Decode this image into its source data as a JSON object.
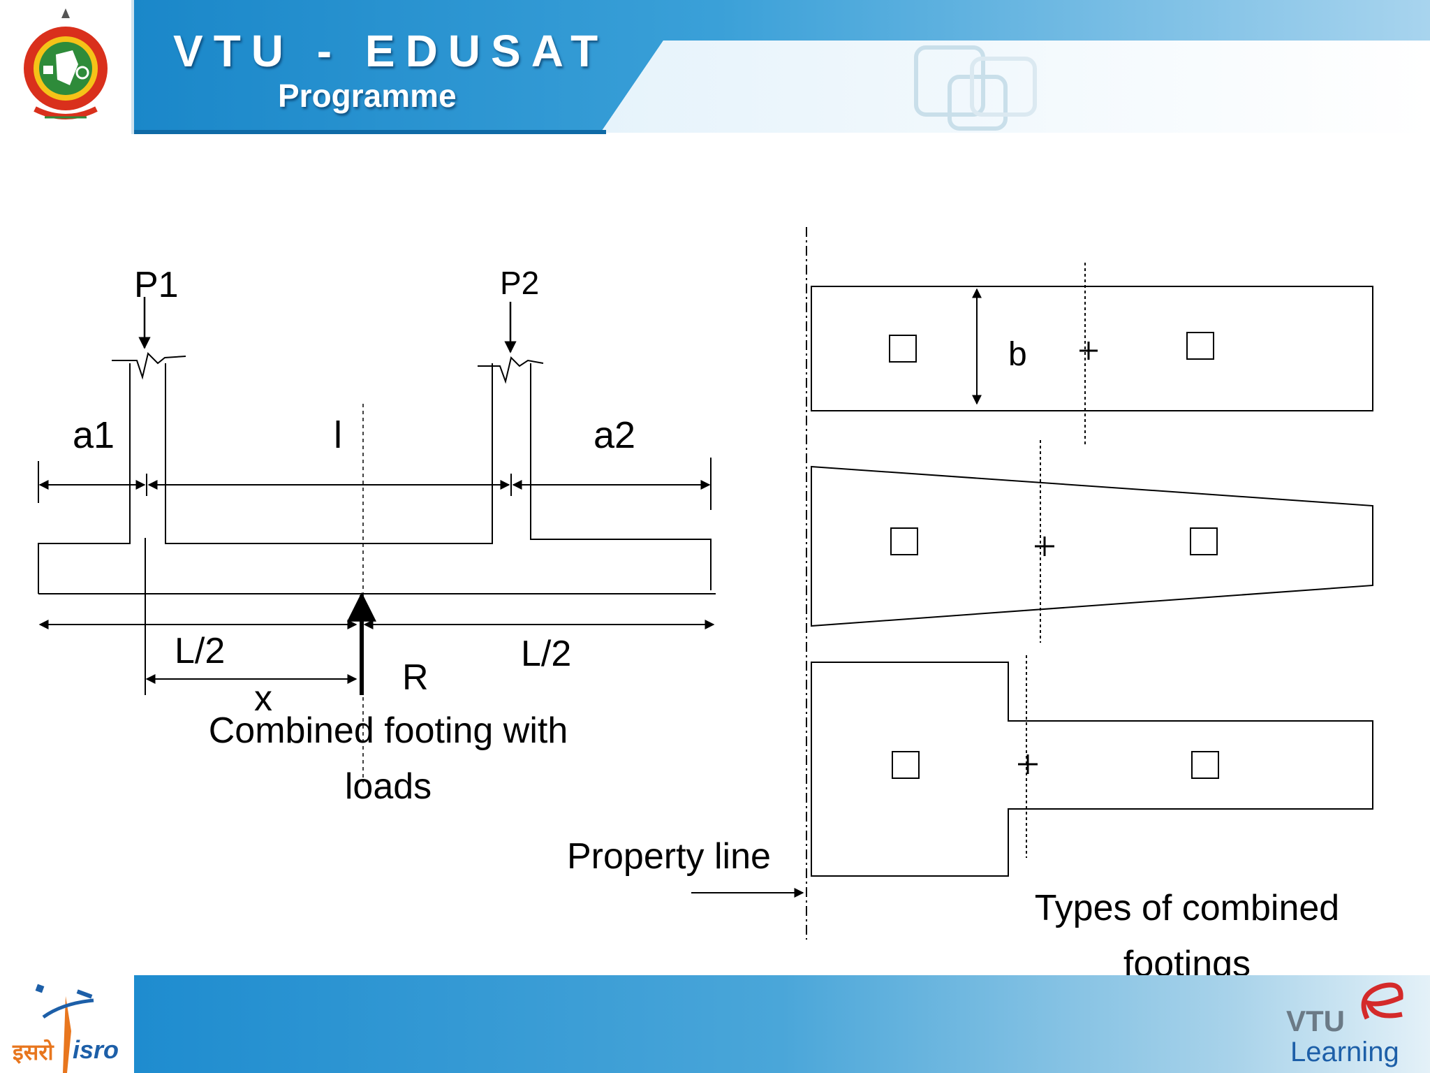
{
  "header": {
    "title": "VTU - EDUSAT",
    "subtitle": "Programme"
  },
  "left_diagram": {
    "labels": {
      "p1": "P1",
      "p2": "P2",
      "a1": "a1",
      "l": "l",
      "a2": "a2",
      "l_half_left": "L/2",
      "l_half_right": "L/2",
      "r": "R",
      "x": "x"
    },
    "caption_line1": "Combined footing with",
    "caption_line2": "loads"
  },
  "right_diagram": {
    "labels": {
      "b": "b",
      "property_line": "Property line"
    },
    "caption_line1": "Types of combined",
    "caption_line2": "footings"
  },
  "footer": {
    "isro_hindi": "इसरो",
    "isro": "isro",
    "vtu": "VTU",
    "learning": "Learning"
  },
  "colors": {
    "header_blue": "#1a87c9",
    "footer_blue": "#1e8ccf",
    "logo_red": "#d9301c",
    "logo_green": "#2e8b3a",
    "isro_orange": "#e8761e",
    "vtu_red": "#d42a2a"
  }
}
